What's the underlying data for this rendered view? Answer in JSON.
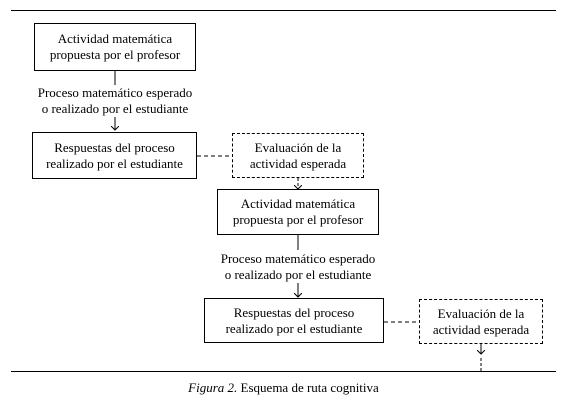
{
  "flow": {
    "block1": {
      "activity_box": "Actividad matemática\npropuesta por el profesor",
      "process_label": "Proceso matemático esperado\no realizado por el estudiante",
      "response_box": "Respuestas del proceso\nrealizado por el estudiante",
      "evaluation_box": "Evaluación de la\nactividad esperada"
    },
    "block2": {
      "activity_box": "Actividad matemática\npropuesta por el profesor",
      "process_label": "Proceso matemático esperado\no realizado por el estudiante",
      "response_box": "Respuestas del proceso\nrealizado por el estudiante",
      "evaluation_box": "Evaluación de la\nactividad esperada"
    }
  },
  "caption": {
    "figure_label": "Figura 2.",
    "text": "Esquema de ruta cognitiva"
  }
}
